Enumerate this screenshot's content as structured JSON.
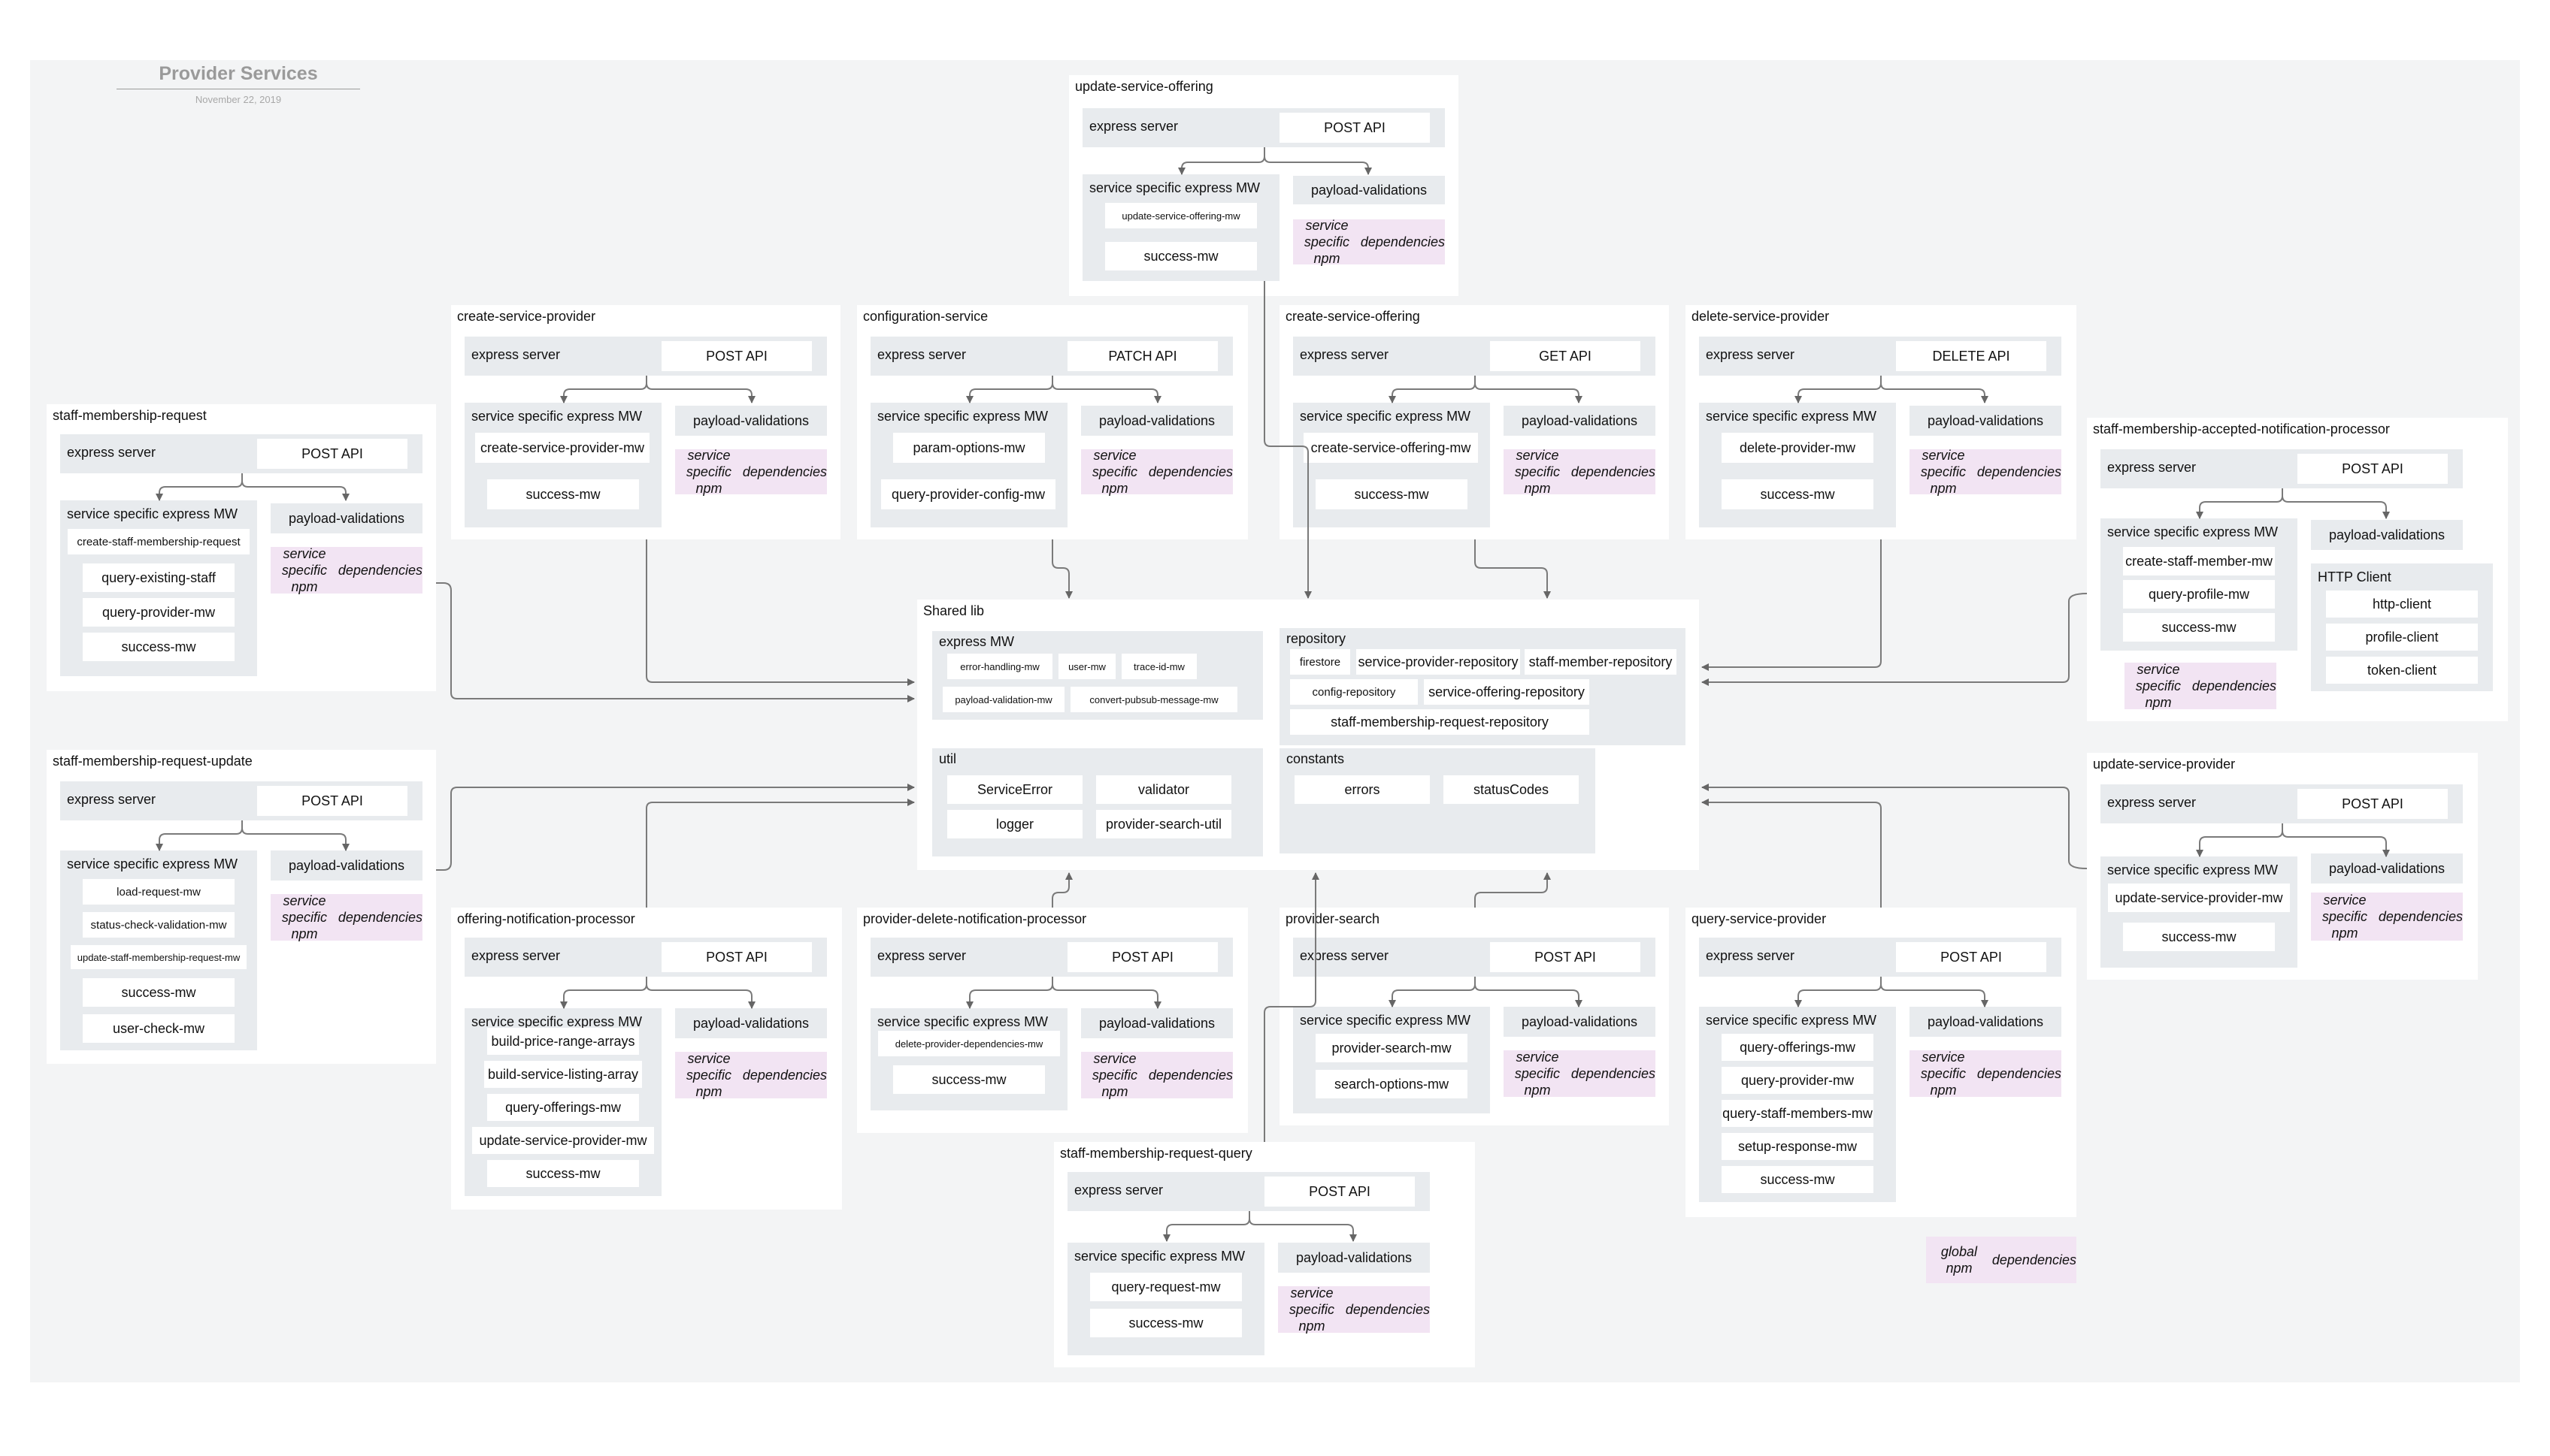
{
  "title": "Provider Services",
  "date": "November 22, 2019",
  "labels": {
    "express_server": "express server",
    "service_mw": "service specific express MW",
    "payload": "payload-validations",
    "npm_line1": "service specific npm",
    "npm_line2": "dependencies"
  },
  "services": {
    "update_service_offering": {
      "title": "update-service-offering",
      "api": "POST API",
      "mws": [
        "update-service-offering-mw",
        "success-mw"
      ]
    },
    "create_service_provider": {
      "title": "create-service-provider",
      "api": "POST API",
      "mws": [
        "create-service-provider-mw",
        "success-mw"
      ]
    },
    "configuration_service": {
      "title": "configuration-service",
      "api": "PATCH API",
      "mws": [
        "param-options-mw",
        "query-provider-config-mw"
      ]
    },
    "create_service_offering": {
      "title": "create-service-offering",
      "api": "GET API",
      "mws": [
        "create-service-offering-mw",
        "success-mw"
      ]
    },
    "delete_service_provider": {
      "title": "delete-service-provider",
      "api": "DELETE API",
      "mws": [
        "delete-provider-mw",
        "success-mw"
      ]
    },
    "staff_membership_request": {
      "title": "staff-membership-request",
      "api": "POST API",
      "mws": [
        "create-staff-membership-request",
        "query-existing-staff",
        "query-provider-mw",
        "success-mw"
      ]
    },
    "staff_membership_request_update": {
      "title": "staff-membership-request-update",
      "api": "POST API",
      "mws": [
        "load-request-mw",
        "status-check-validation-mw",
        "update-staff-membership-request-mw",
        "success-mw",
        "user-check-mw"
      ]
    },
    "staff_membership_accepted": {
      "title": "staff-membership-accepted-notification-processor",
      "api": "POST API",
      "mws": [
        "create-staff-member-mw",
        "query-profile-mw",
        "success-mw"
      ],
      "http_client": "HTTP Client",
      "clients": [
        "http-client",
        "profile-client",
        "token-client"
      ]
    },
    "update_service_provider": {
      "title": "update-service-provider",
      "api": "POST API",
      "mws": [
        "update-service-provider-mw",
        "success-mw"
      ]
    },
    "offering_notification_processor": {
      "title": "offering-notification-processor",
      "api": "POST API",
      "mws": [
        "build-price-range-arrays",
        "build-service-listing-array",
        "query-offerings-mw",
        "update-service-provider-mw",
        "success-mw"
      ]
    },
    "provider_delete_notification_processor": {
      "title": "provider-delete-notification-processor",
      "api": "POST API",
      "mws": [
        "delete-provider-dependencies-mw",
        "success-mw"
      ]
    },
    "provider_search": {
      "title": "provider-search",
      "api": "POST API",
      "mws": [
        "provider-search-mw",
        "search-options-mw"
      ]
    },
    "query_service_provider": {
      "title": "query-service-provider",
      "api": "POST API",
      "mws": [
        "query-offerings-mw",
        "query-provider-mw",
        "query-staff-members-mw",
        "setup-response-mw",
        "success-mw"
      ]
    },
    "staff_membership_request_query": {
      "title": "staff-membership-request-query",
      "api": "POST API",
      "mws": [
        "query-request-mw",
        "success-mw"
      ]
    }
  },
  "shared_lib": {
    "title": "Shared lib",
    "express_mw": {
      "label": "express MW",
      "items": [
        "error-handling-mw",
        "user-mw",
        "trace-id-mw",
        "payload-validation-mw",
        "convert-pubsub-message-mw"
      ]
    },
    "repository": {
      "label": "repository",
      "items": [
        "firestore",
        "service-provider-repository",
        "staff-member-repository",
        "config-repository",
        "service-offering-repository",
        "staff-membership-request-repository"
      ]
    },
    "util": {
      "label": "util",
      "items": [
        "ServiceError",
        "validator",
        "logger",
        "provider-search-util"
      ]
    },
    "constants": {
      "label": "constants",
      "items": [
        "errors",
        "statusCodes"
      ]
    }
  },
  "legend": {
    "global_line1": "global npm",
    "global_line2": "dependencies"
  }
}
